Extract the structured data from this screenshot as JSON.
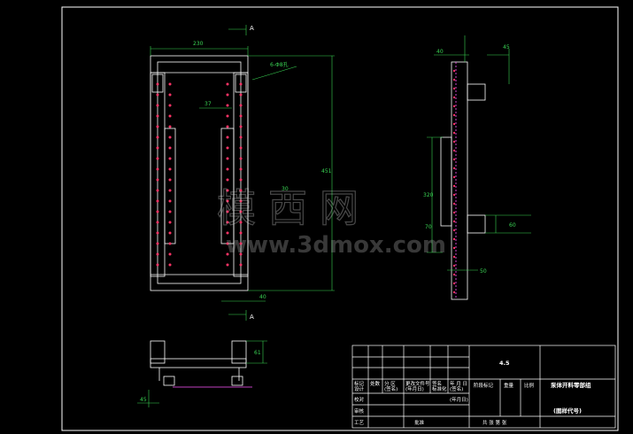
{
  "section_mark": "A",
  "dims": {
    "top_width": "230",
    "hole_note": "6-Φ8孔",
    "hole_spacing": "37",
    "inner_height": "30",
    "overall_height": "451",
    "bottom_offset": "40",
    "side_top_a": "40",
    "side_top_b": "45",
    "side_center": "320",
    "side_small": "70",
    "side_right": "60",
    "side_bottom": "50",
    "section_height": "61",
    "section_left": "45"
  },
  "watermark": {
    "cn": "模 西 网",
    "en": "www.3dmox.com"
  },
  "title_block": {
    "scale_label": "4.5",
    "drawing_name": "泵体开料零部组",
    "drawing_code": "(图样代号)",
    "header_cells": [
      "标记",
      "处数",
      "分 区",
      "更改文件号",
      "签名",
      "年 月 日"
    ],
    "row_labels": [
      "设计",
      "校对",
      "审核",
      "工艺"
    ],
    "design_cells": [
      "(签名)",
      "(年月日)",
      "标准化",
      "(签名)",
      "(年月日)"
    ],
    "approve": "批准",
    "stage_labels": [
      "阶段标记",
      "重量",
      "比例"
    ],
    "sheet_info": "共 张  第 张"
  }
}
